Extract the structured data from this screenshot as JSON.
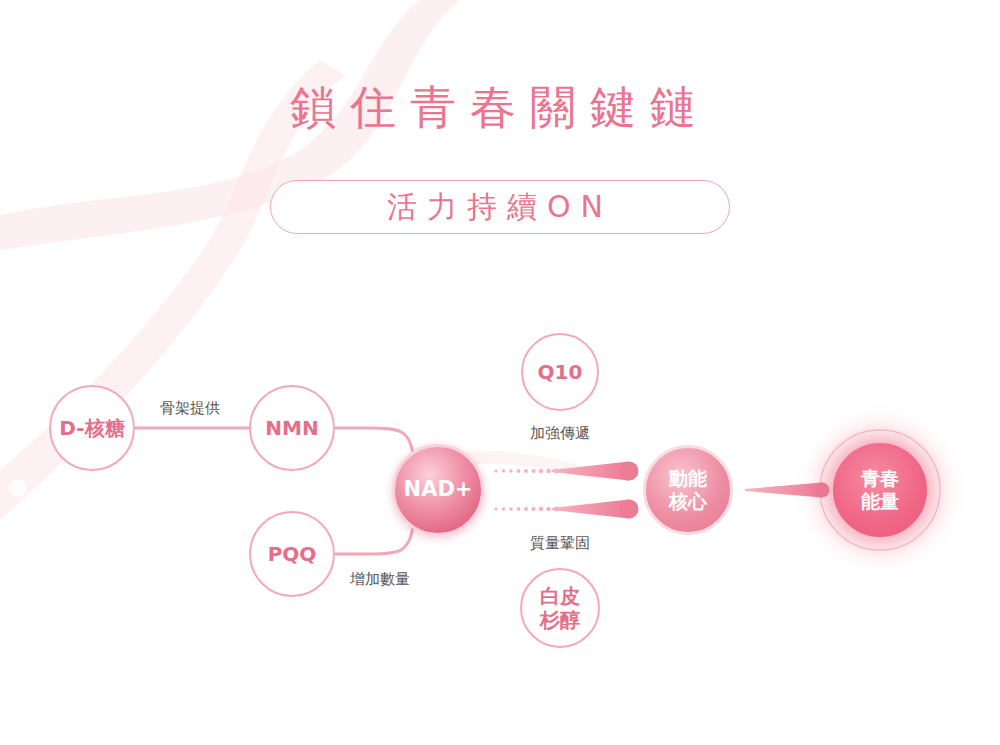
{
  "diagram": {
    "title": "鎖住青春關鍵鏈",
    "nodes": [
      {
        "text": [
          "活力持續ON"
        ]
      },
      {
        "text": [
          "D-核糖"
        ]
      },
      {
        "text": [
          "NMN"
        ]
      },
      {
        "text": [
          "PQQ"
        ]
      },
      {
        "text": [
          "NAD+"
        ]
      },
      {
        "text": [
          "Q10"
        ]
      },
      {
        "text": [
          "動能 核心"
        ]
      },
      {
        "text": [
          "白皮 杉醇"
        ]
      },
      {
        "text": [
          "青春 能量"
        ]
      }
    ],
    "edges": [
      {
        "from": 1,
        "to": 2,
        "arrow": "none",
        "label": "骨架提供"
      },
      {
        "from": 2,
        "to": 4,
        "arrow": "none"
      },
      {
        "from": 3,
        "to": 4,
        "arrow": "none",
        "label": "增加數量"
      },
      {
        "from": 4,
        "to": 6,
        "arrow": "none",
        "label": "加強傳遞"
      },
      {
        "from": 4,
        "to": 6,
        "arrow": "none",
        "label": "質量鞏固"
      },
      {
        "from": 6,
        "to": 8,
        "arrow": "none"
      }
    ]
  }
}
